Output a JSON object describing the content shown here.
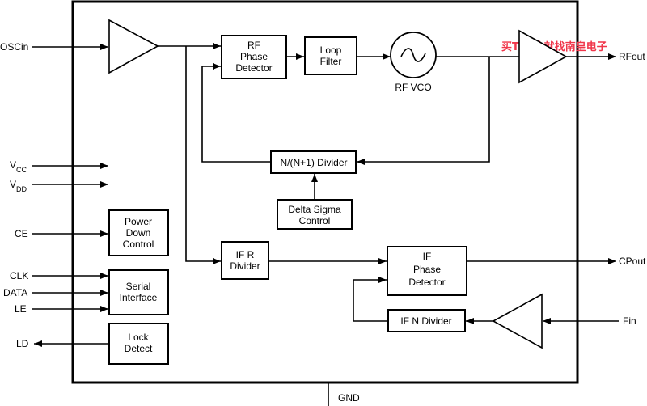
{
  "diagram": {
    "watermark": "买TI芯片就找南皇电子",
    "pins": {
      "oscin": "OSCin",
      "vcc": {
        "main": "V",
        "sub": "CC"
      },
      "vdd": {
        "main": "V",
        "sub": "DD"
      },
      "ce": "CE",
      "clk": "CLK",
      "data": "DATA",
      "le": "LE",
      "ld": "LD",
      "rfout": "RFout",
      "cpout": "CPout",
      "fin": "Fin",
      "gnd": "GND"
    },
    "blocks": {
      "rf_phase_detector": {
        "lines": [
          "RF",
          "Phase",
          "Detector"
        ]
      },
      "loop_filter": {
        "lines": [
          "Loop",
          "Filter"
        ]
      },
      "rf_vco": {
        "label": "RF VCO"
      },
      "n_divider": {
        "label": "N/(N+1) Divider"
      },
      "delta_sigma": {
        "lines": [
          "Delta Sigma",
          "Control"
        ]
      },
      "power_down": {
        "lines": [
          "Power",
          "Down",
          "Control"
        ]
      },
      "serial_interface": {
        "lines": [
          "Serial",
          "Interface"
        ]
      },
      "lock_detect": {
        "lines": [
          "Lock",
          "Detect"
        ]
      },
      "if_r_divider": {
        "lines": [
          "IF R",
          "Divider"
        ]
      },
      "if_phase_detector": {
        "lines": [
          "IF",
          "Phase",
          "Detector"
        ]
      },
      "if_n_divider": {
        "label": "IF N Divider"
      }
    }
  },
  "colors": {
    "line": "#000000",
    "background": "#ffffff",
    "watermark": "#f0364a"
  }
}
